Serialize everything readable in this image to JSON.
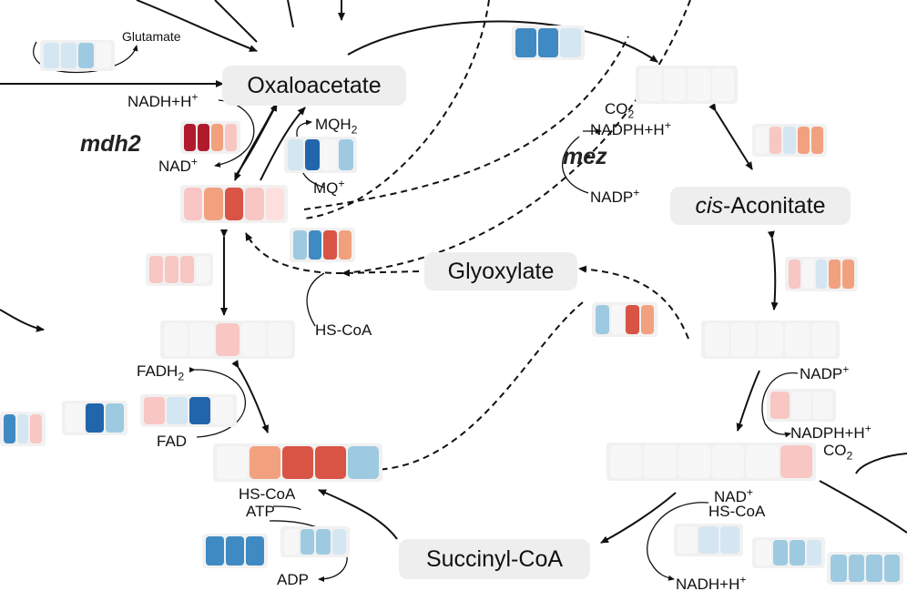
{
  "metabolites": {
    "oxaloacetate": "Oxaloacetate",
    "cis_aconitate_prefix": "cis",
    "cis_aconitate_suffix": "-Aconitate",
    "glyoxylate": "Glyoxylate",
    "succinyl_coa": "Succinyl-CoA",
    "glutamate": "Glutamate"
  },
  "genes": {
    "mdh2": "mdh2",
    "mez": "mez"
  },
  "cofactors": {
    "nadh_h": "NADH+H",
    "nad": "NAD",
    "mqh": "MQH",
    "mqh_sub": "2",
    "mq": "MQ",
    "co2": "CO",
    "co2_sub": "2",
    "nadph_h": "NADPH+H",
    "nadp": "NADP",
    "hs_coa": "HS-CoA",
    "fadh": "FADH",
    "fadh_sub": "2",
    "fad": "FAD",
    "atp": "ATP",
    "adp": "ADP",
    "plus": "+"
  },
  "heatmap_colors": {
    "dark_red": "#b11a2c",
    "red": "#d95444",
    "orange": "#f2a17f",
    "pink": "#f8c7c4",
    "light_pink": "#fde0dd",
    "pale": "#f7f7f7",
    "pale_blue": "#d4e6f2",
    "light_blue": "#9ecae1",
    "mid_blue": "#5ea3d0",
    "blue": "#3f8ac3",
    "dark_blue": "#2166ac"
  },
  "heatmaps": [
    {
      "name": "glutamate",
      "cells": [
        "pale_blue",
        "pale_blue",
        "light_blue",
        "pale"
      ]
    },
    {
      "name": "top-center",
      "cells": [
        "blue",
        "blue",
        "pale_blue"
      ]
    },
    {
      "name": "mdh2",
      "cells": [
        "dark_red",
        "dark_red",
        "orange",
        "pink"
      ]
    },
    {
      "name": "mqo",
      "cells": [
        "pale_blue",
        "dark_blue",
        "pale",
        "light_blue"
      ]
    },
    {
      "name": "oxaloacetate-enzyme",
      "big": true,
      "cells": [
        "pink",
        "orange",
        "red",
        "pink",
        "light_pink"
      ]
    },
    {
      "name": "glyoxylate-left",
      "cells": [
        "light_blue",
        "blue",
        "red",
        "orange"
      ]
    },
    {
      "name": "left-mid",
      "cells": [
        "pink",
        "pink",
        "pink",
        "pale"
      ]
    },
    {
      "name": "fumarase",
      "big": true,
      "cells": [
        "pale",
        "pale",
        "pink",
        "pale",
        "pale"
      ]
    },
    {
      "name": "left-edge",
      "cells": [
        "blue",
        "pale_blue",
        "pink"
      ]
    },
    {
      "name": "left-lower",
      "cells": [
        "pale",
        "dark_blue",
        "light_blue"
      ]
    },
    {
      "name": "sdh",
      "cells": [
        "pink",
        "pale_blue",
        "dark_blue",
        "pale"
      ]
    },
    {
      "name": "succinate",
      "big": true,
      "cells": [
        "pale",
        "orange",
        "red",
        "red",
        "light_blue"
      ]
    },
    {
      "name": "scs-left",
      "cells": [
        "blue",
        "blue",
        "blue"
      ]
    },
    {
      "name": "scs-right",
      "cells": [
        "pale",
        "light_blue",
        "light_blue",
        "pale_blue"
      ]
    },
    {
      "name": "aconitase-top",
      "cells": [
        "pale",
        "pink",
        "pale_blue",
        "orange",
        "orange"
      ]
    },
    {
      "name": "aconitase-mid",
      "cells": [
        "pink",
        "pale",
        "pale_blue",
        "orange",
        "orange"
      ]
    },
    {
      "name": "glyoxylate-right",
      "cells": [
        "light_blue",
        "pale",
        "red",
        "orange"
      ]
    },
    {
      "name": "icd-enzyme",
      "big": true,
      "cells": [
        "pale",
        "pale",
        "pale",
        "pale",
        "pale"
      ]
    },
    {
      "name": "icd",
      "cells": [
        "pink",
        "pale",
        "pale"
      ]
    },
    {
      "name": "kgd-enzyme",
      "big": true,
      "cells": [
        "pale",
        "pale",
        "pale",
        "pale",
        "pale",
        "pink"
      ]
    },
    {
      "name": "kgd-left",
      "cells": [
        "pale",
        "pale_blue",
        "pale_blue"
      ]
    },
    {
      "name": "kgd-mid",
      "cells": [
        "pale",
        "light_blue",
        "light_blue",
        "pale_blue"
      ]
    },
    {
      "name": "kgd-right",
      "cells": [
        "light_blue",
        "light_blue",
        "light_blue",
        "light_blue"
      ]
    },
    {
      "name": "cis-aconitate-enzyme",
      "big": true,
      "cells": [
        "pale",
        "pale",
        "pale",
        "pale"
      ]
    }
  ]
}
